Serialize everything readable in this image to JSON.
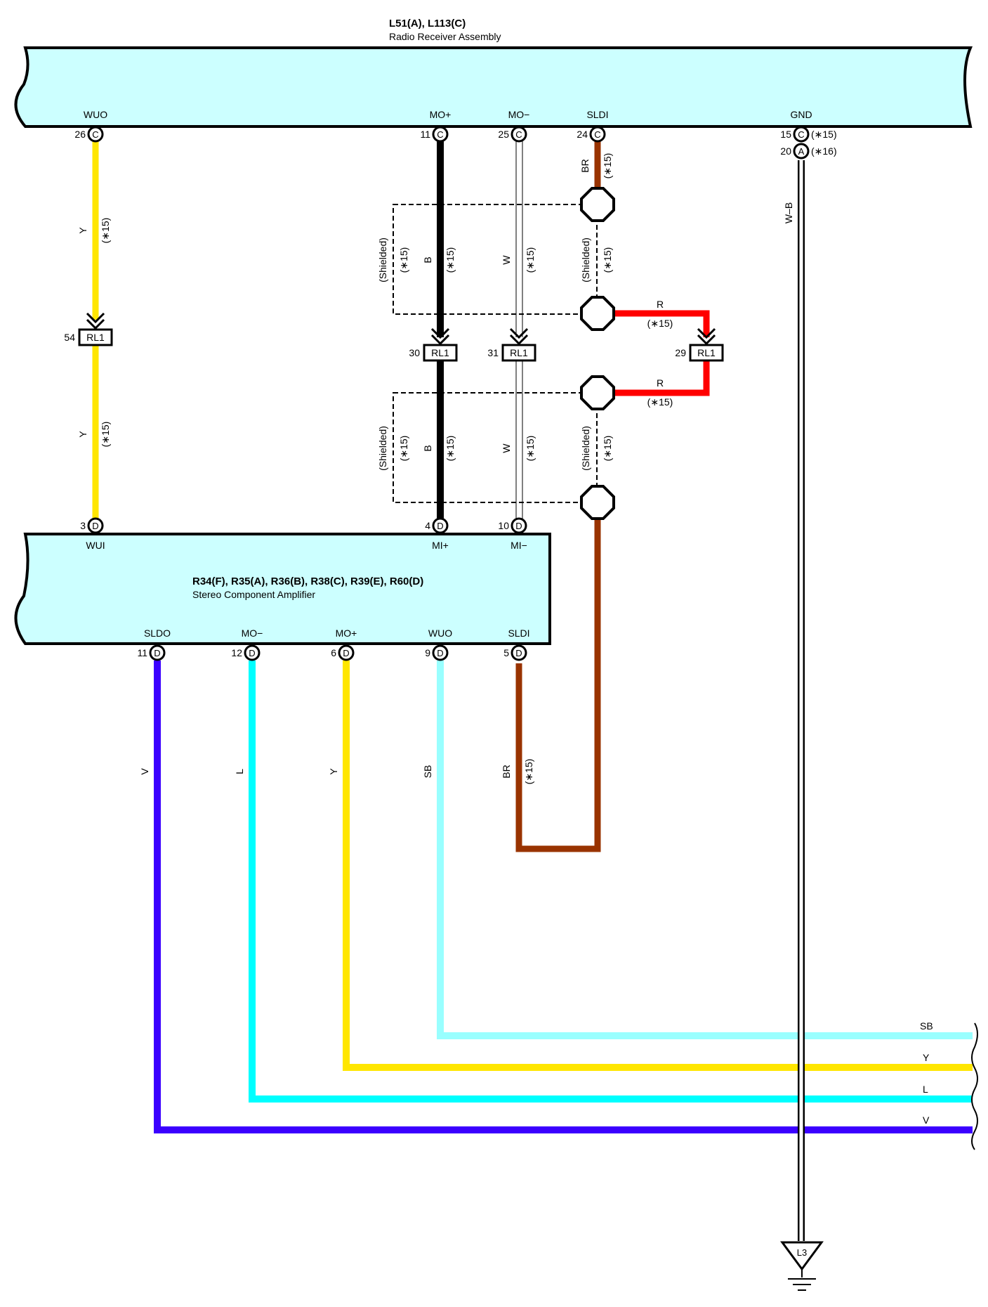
{
  "radio": {
    "connectors": "L51(A), L113(C)",
    "name": "Radio Receiver Assembly",
    "pins": {
      "wuo": {
        "label": "WUO",
        "num": "26",
        "conn": "C"
      },
      "mop": {
        "label": "MO+",
        "num": "11",
        "conn": "C"
      },
      "mom": {
        "label": "MO−",
        "num": "25",
        "conn": "C"
      },
      "sldi": {
        "label": "SLDI",
        "num": "24",
        "conn": "C"
      },
      "gnd": {
        "label": "GND",
        "num": "15",
        "conn": "C",
        "note": "(∗15)"
      },
      "gnd2": {
        "num": "20",
        "conn": "A",
        "note": "(∗16)"
      }
    }
  },
  "amp": {
    "connectors": "R34(F), R35(A), R36(B), R38(C), R39(E), R60(D)",
    "name": "Stereo Component Amplifier",
    "top_pins": {
      "wui": {
        "label": "WUI",
        "num": "3",
        "conn": "D"
      },
      "mip": {
        "label": "MI+",
        "num": "4",
        "conn": "D"
      },
      "mim": {
        "label": "MI−",
        "num": "10",
        "conn": "D"
      }
    },
    "bottom_pins": {
      "sldo": {
        "label": "SLDO",
        "num": "11",
        "conn": "D"
      },
      "mom": {
        "label": "MO−",
        "num": "12",
        "conn": "D"
      },
      "mop": {
        "label": "MO+",
        "num": "6",
        "conn": "D"
      },
      "wuo": {
        "label": "WUO",
        "num": "9",
        "conn": "D"
      },
      "sldi": {
        "label": "SLDI",
        "num": "5",
        "conn": "D"
      }
    }
  },
  "junctions": {
    "j54": {
      "num": "54",
      "label": "RL1"
    },
    "j30": {
      "num": "30",
      "label": "RL1"
    },
    "j31": {
      "num": "31",
      "label": "RL1"
    },
    "j29": {
      "num": "29",
      "label": "RL1"
    }
  },
  "wires": {
    "y_label": "Y",
    "b_label": "B",
    "w_label": "W",
    "br_label": "BR",
    "r_label": "R",
    "wb_label": "W–B",
    "v_label": "V",
    "l_label": "L",
    "sb_label": "SB",
    "note15": "(∗15)",
    "shielded": "(Shielded)"
  },
  "right_labels": {
    "sb": "SB",
    "y": "Y",
    "l": "L",
    "v": "V"
  },
  "ground": {
    "label": "L3"
  },
  "colors": {
    "yellow": "#FFE600",
    "black": "#000000",
    "brown": "#993300",
    "red": "#FF0000",
    "violet": "#3B00FF",
    "cyan": "#00FFFF",
    "lightblue": "#99FFFF",
    "box": "#CCFFFF",
    "white": "#FFFFFF"
  }
}
